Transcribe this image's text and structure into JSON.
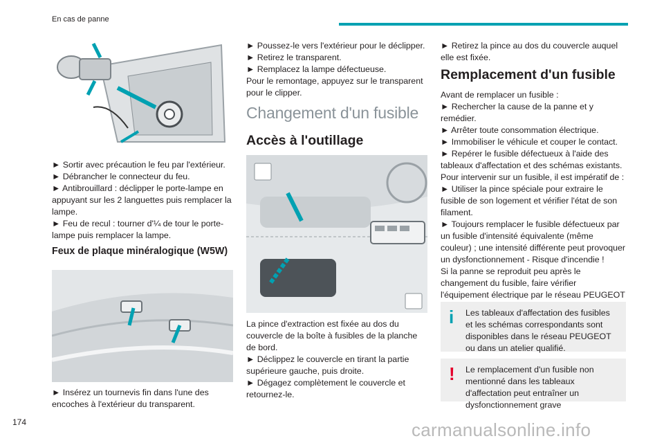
{
  "header": {
    "section_title": "En cas de panne",
    "page_number": "174"
  },
  "watermark": "carmanualsonline.info",
  "column1": {
    "steps_rear_light": [
      "► Sortir avec précaution le feu par l'extérieur.",
      "► Débrancher le connecteur du feu.",
      "► Antibrouillard : déclipper le porte-lampe en appuyant sur les 2 languettes puis remplacer la lampe.",
      "► Feu de recul : tourner d'¼ de tour le porte-lampe puis remplacer la lampe."
    ],
    "plate_heading": "Feux de plaque minéralogique (W5W)",
    "plate_steps": [
      "► Insérez un tournevis fin dans l'une des encoches à l'extérieur du transparent."
    ]
  },
  "column2": {
    "steps_top": [
      "► Poussez-le vers l'extérieur pour le déclipper.",
      "► Retirez le transparent.",
      "► Remplacez la lampe défectueuse.",
      "Pour le remontage, appuyez sur le transparent pour le clipper."
    ],
    "chapter_title": "Changement d'un fusible",
    "section_title": "Accès à l'outillage",
    "body": [
      "La pince d'extraction est fixée au dos du couvercle de la boîte à fusibles de la planche de bord.",
      "► Déclippez le couvercle en tirant la partie supérieure gauche, puis droite.",
      "► Dégagez complètement le couvercle et retournez-le."
    ]
  },
  "column3": {
    "top_step": "► Retirez la pince au dos du couvercle auquel elle est fixée.",
    "section_title": "Remplacement d'un fusible",
    "body": [
      "Avant de remplacer un fusible :",
      "► Rechercher la cause de la panne et y remédier.",
      "► Arrêter toute consommation électrique.",
      "► Immobiliser le véhicule et couper le contact.",
      "► Repérer le fusible défectueux à l'aide des tableaux d'affectation et des schémas existants.",
      "Pour intervenir sur un fusible, il est impératif de :",
      "► Utiliser la pince spéciale pour extraire le fusible de son logement et vérifier l'état de son filament.",
      "► Toujours remplacer le fusible défectueux par un fusible d'intensité équivalente (même couleur) ; une intensité différente peut provoquer un dysfonctionnement - Risque d'incendie !",
      "Si la panne se reproduit peu après le changement du fusible, faire vérifier l'équipement électrique par le réseau PEUGEOT ou par un atelier qualifié."
    ],
    "info_box": "Les tableaux d'affectation des fusibles et les schémas correspondants sont disponibles dans le réseau PEUGEOT ou dans un atelier qualifié.",
    "warning_box": "Le remplacement d'un fusible non mentionné dans les tableaux d'affectation peut entraîner un dysfonctionnement grave"
  },
  "colors": {
    "accent": "#00a1b2",
    "warning": "#e4002b",
    "box_bg": "#eeeeee",
    "chapter_gray": "#8a9399"
  }
}
